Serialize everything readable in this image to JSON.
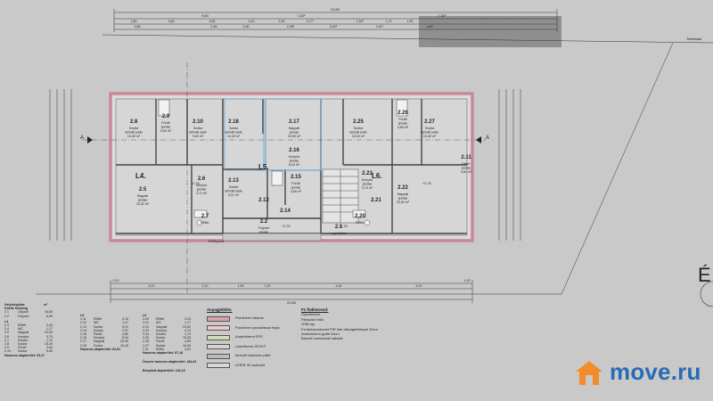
{
  "plan": {
    "top_total": "23,60",
    "top_dims_row1": [
      "9,60",
      "7,62⁵",
      "7,62⁵"
    ],
    "top_dims_row2": [
      "2,60",
      "3,60",
      "3,60",
      "2,40",
      "2,45",
      "2,77⁵",
      "2,52⁵",
      "1,70",
      "1,50"
    ],
    "top_dims_row3": [
      "3,85",
      "2,45",
      "2,30",
      "2,26⁵",
      "3,32⁵",
      "2,61⁵",
      "4,80"
    ],
    "boundary_label": "Telekhatár",
    "bottom_total": "23,60",
    "bottom_dims": [
      "1,10",
      "6,10",
      "2,10",
      "1,50",
      "1,20",
      "4,40",
      "5,10",
      "1,10"
    ],
    "entry_label": "Előlépcső",
    "section_marks": [
      "A",
      "A"
    ],
    "units": [
      {
        "id": "L4.",
        "name": "L4."
      },
      {
        "id": "L5.",
        "name": "L5."
      },
      {
        "id": "L6.",
        "name": "L6."
      }
    ],
    "rooms": [
      {
        "num": "2.8",
        "name": "Szoba",
        "note": "laminált padló",
        "area": "15,40 m²"
      },
      {
        "num": "2.9",
        "name": "Fürdő",
        "note": "greslap",
        "area": "4,64 m²"
      },
      {
        "num": "2.10",
        "name": "Szoba",
        "note": "laminált padló",
        "area": "9,60 m²"
      },
      {
        "num": "2.18",
        "name": "Szoba",
        "note": "laminált padló",
        "area": "10,40 m²"
      },
      {
        "num": "2.17",
        "name": "Nappali",
        "note": "greslap",
        "area": "20,90 m²"
      },
      {
        "num": "2.16",
        "name": "Konyha",
        "note": "greslap",
        "area": "8,34 m²"
      },
      {
        "num": "2.25",
        "name": "Szoba",
        "note": "laminált padló",
        "area": "15,33 m²"
      },
      {
        "num": "2.26",
        "name": "Fürdő",
        "note": "greslap",
        "area": "4,65 m²"
      },
      {
        "num": "2.27",
        "name": "Szoba",
        "note": "laminált padló",
        "area": "15,40 m²"
      },
      {
        "num": "2.11",
        "name": "Előtér",
        "note": "greslap",
        "area": "3,61 m²"
      },
      {
        "num": "2.5",
        "name": "Nappali",
        "note": "greslap",
        "area": "23,52 m²"
      },
      {
        "num": "2.6",
        "name": "Konyha",
        "note": "greslap",
        "area": "3,74 m²"
      },
      {
        "num": "2.13",
        "name": "Szoba",
        "note": "laminált padló",
        "area": "9,21 m²"
      },
      {
        "num": "2.15",
        "name": "Fürdő",
        "note": "greslap",
        "area": "4,80 m²"
      },
      {
        "num": "2.12",
        "name": "",
        "note": "",
        "area": ""
      },
      {
        "num": "2.14",
        "name": "",
        "note": "",
        "area": ""
      },
      {
        "num": "2.2",
        "name": "Folyosó",
        "note": "greslap",
        "area": "6,09 m²"
      },
      {
        "num": "2.23",
        "name": "Konyha",
        "note": "greslap",
        "area": "3,74 m²"
      },
      {
        "num": "2.21",
        "name": "",
        "note": "",
        "area": ""
      },
      {
        "num": "2.22",
        "name": "Nappali",
        "note": "greslap",
        "area": "23,52 m²"
      },
      {
        "num": "2.20",
        "name": "Előtér",
        "note": "",
        "area": ""
      },
      {
        "num": "2.7",
        "name": "Előtér",
        "note": "",
        "area": ""
      },
      {
        "num": "2.1",
        "name": "Lépcsőház",
        "note": "",
        "area": ""
      }
    ],
    "levels": [
      "+2,76",
      "+2,76",
      "+2,76",
      "+2,76"
    ]
  },
  "area_table": {
    "title": "Helyiséglista:",
    "unit_col": "m²",
    "subtitle": "Közös helyiség",
    "common": [
      {
        "num": "2.1",
        "name": "Lépcső",
        "area": "16,60"
      },
      {
        "num": "2.2",
        "name": "Folyosó",
        "area": "6,09"
      }
    ],
    "l4_label": "L4",
    "l4": [
      {
        "num": "2.3",
        "name": "Előtér",
        "area": "3,43"
      },
      {
        "num": "2.4",
        "name": "WC",
        "area": "1,17"
      },
      {
        "num": "2.5",
        "name": "Nappali",
        "area": "23,52"
      },
      {
        "num": "2.6",
        "name": "Konyha",
        "area": "3,74"
      },
      {
        "num": "2.7",
        "name": "Közlek.",
        "area": "1,70"
      },
      {
        "num": "2.8",
        "name": "Szoba",
        "area": "15,40"
      },
      {
        "num": "2.9",
        "name": "Fürdő",
        "area": "4,64"
      },
      {
        "num": "2.10",
        "name": "Szoba",
        "area": "9,60"
      }
    ],
    "l4_total": "Hasznos alapterület: 63,27",
    "l5_label": "L5",
    "l5": [
      {
        "num": "2.11",
        "name": "Előtér",
        "area": "4,16"
      },
      {
        "num": "2.12",
        "name": "WC",
        "area": "1,17"
      },
      {
        "num": "2.13",
        "name": "Szoba",
        "area": "9,21"
      },
      {
        "num": "2.14",
        "name": "Közlek.",
        "area": "2,37"
      },
      {
        "num": "2.15",
        "name": "Fürdő",
        "area": "4,80"
      },
      {
        "num": "2.16",
        "name": "Konyha",
        "area": "8,34"
      },
      {
        "num": "2.17",
        "name": "Nappali",
        "area": "20,90"
      },
      {
        "num": "2.18",
        "name": "Szoba",
        "area": "10,40"
      }
    ],
    "l5_total": "Hasznos alapterület: 52,81",
    "l6_label": "L6",
    "l6": [
      {
        "num": "2.20",
        "name": "Előtér",
        "area": "3,43"
      },
      {
        "num": "2.21",
        "name": "WC",
        "area": "1,17"
      },
      {
        "num": "2.22",
        "name": "Nappali",
        "area": "23,52"
      },
      {
        "num": "2.23",
        "name": "Konyha",
        "area": "3,74"
      },
      {
        "num": "2.24",
        "name": "Közlek.",
        "area": "1,70"
      },
      {
        "num": "2.25",
        "name": "Szoba",
        "area": "15,33"
      },
      {
        "num": "2.26",
        "name": "Fürdő",
        "area": "4,65"
      },
      {
        "num": "2.27",
        "name": "Szoba",
        "area": "15,40"
      },
      {
        "num": "2.11",
        "name": "Előtér",
        "area": "3,61"
      }
    ],
    "l6_total": "Hasznos alapterület: 67,18",
    "grand_useful": "Összes hasznos alapterület: 184,64",
    "grand_built": "Beépített alapterület: 242,16"
  },
  "legend": {
    "title": "Anyagjelölés:",
    "items": [
      {
        "label": "Porotherm falazat",
        "color": "#d9a3ac"
      },
      {
        "label": "Porotherm pirositással tégla",
        "color": "#e8c8cc"
      },
      {
        "label": "Austrotherm EPS",
        "color": "#cfdcb8"
      },
      {
        "label": "Lasertherm 25 N+F",
        "color": "#d4d4d4"
      },
      {
        "label": "Monolit vasbeton pillér",
        "color": "#bcbcbc"
      },
      {
        "label": "LEIER 30 zsaluköt",
        "color": "#d8d8d8"
      }
    ]
  },
  "floor_structure": {
    "title": "F1 födémrend:",
    "lines": [
      "Gipszkarton",
      "Párazáró fólia",
      "OSB lap",
      "Fa tartószerkezet PIR hab hőszigeteléssel 10cm",
      "Austrotherm grafit 10cm",
      "Baumit homlokzati vakolat"
    ]
  },
  "corner_letter": "É",
  "logo": {
    "text": "move.ru",
    "icon": "house-icon",
    "brand_color": "#2a6bb5",
    "accent": "#f28c28"
  }
}
